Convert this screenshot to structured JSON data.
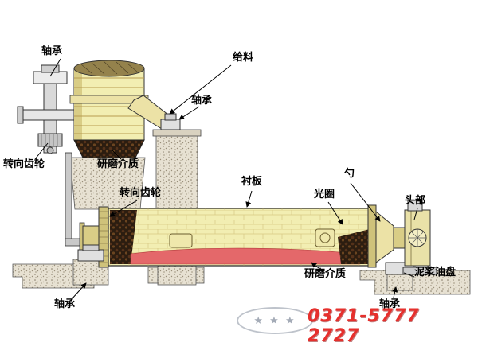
{
  "labels": {
    "bearing_top_left": "轴承",
    "feed": "给料",
    "bearing_feed": "轴承",
    "steering_gear_left": "转向齿轮",
    "grinding_media_top": "研磨介质",
    "steering_gear_mid": "转向齿轮",
    "liner_plate": "衬板",
    "light_ring": "光圈",
    "scoop": "勺",
    "head": "头部",
    "mud_oil_pan": "泥浆油盘",
    "grinding_media_bottom": "研磨介质",
    "bearing_bottom_left": "轴承",
    "bearing_bottom_right": "轴承"
  },
  "watermark": {
    "phone": "0371-5777 2727",
    "stars": "★ ★ ★",
    "phone_color": "#e6302d"
  },
  "colors": {
    "shell": "#f2eeb2",
    "flange": "#cfc27a",
    "media_red": "#e4686a",
    "charge_dark": "#2c1d10",
    "concrete": "#e7e1d2"
  }
}
